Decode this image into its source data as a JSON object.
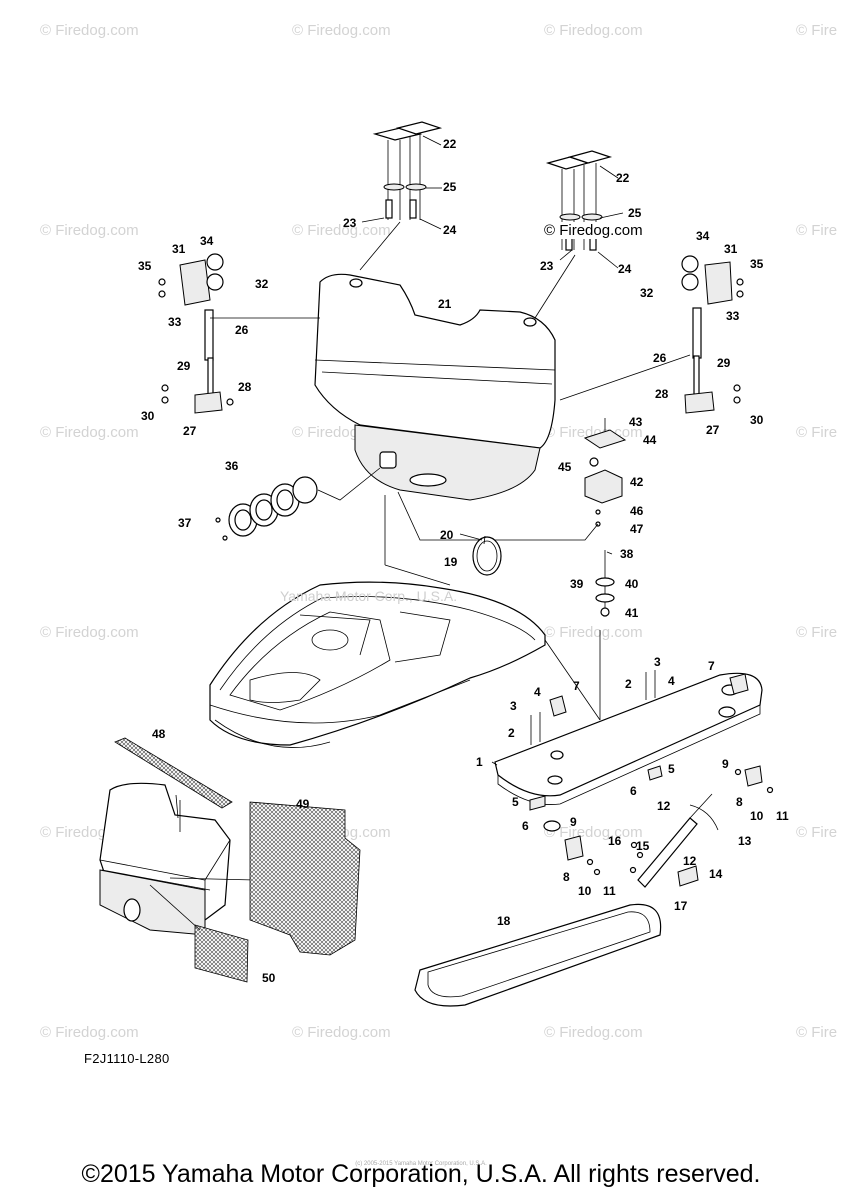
{
  "watermark_text": "© Firedog.com",
  "watermark_text_edge": "© Fire",
  "inline_watermark": "© Firedog.com",
  "overlay_watermark": "Yamaha Motor Corp., U.S.A.",
  "figure_code": "F2J1110-L280",
  "copyright": "©2015 Yamaha Motor Corporation, U.S.A. All rights reserved.",
  "faint_copyright": "(c) 2005-2015 Yamaha Motor Corporation, U.S.A.",
  "callouts": [
    "1",
    "2",
    "3",
    "4",
    "5",
    "6",
    "7",
    "8",
    "9",
    "10",
    "11",
    "12",
    "13",
    "14",
    "15",
    "16",
    "17",
    "18",
    "19",
    "20",
    "21",
    "22",
    "23",
    "24",
    "25",
    "26",
    "27",
    "28",
    "29",
    "30",
    "31",
    "32",
    "33",
    "34",
    "35",
    "36",
    "37",
    "38",
    "39",
    "40",
    "41",
    "42",
    "43",
    "44",
    "45",
    "46",
    "47",
    "48",
    "49",
    "50"
  ],
  "colors": {
    "line": "#000000",
    "watermark": "#d3d3d3",
    "background": "#ffffff"
  }
}
